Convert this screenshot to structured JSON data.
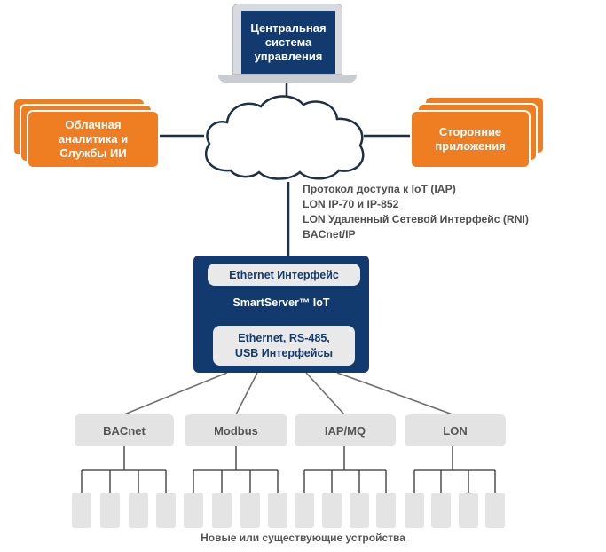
{
  "central_system": {
    "label": "Центральная система управления"
  },
  "cloud_analytics": {
    "label": "Облачная аналитика и Службы ИИ"
  },
  "third_party_apps": {
    "label": "Сторонние приложения"
  },
  "protocols": [
    "Протокол доступа к IoT (IAP)",
    "LON IP-70 и IP-852",
    "LON Удаленный Сетевой Интерфейс (RNI)",
    "BACnet/IP"
  ],
  "smartserver": {
    "ethernet_interface": "Ethernet Интерфейс",
    "title": "SmartServer™ IoT",
    "ports_line1": "Ethernet, RS-485,",
    "ports_line2": "USB Интерфейсы"
  },
  "buses": [
    "BACnet",
    "Modbus",
    "IAP/MQ",
    "LON"
  ],
  "footer": "Новые или существующие устройства",
  "colors": {
    "navy": "#123a6e",
    "orange": "#ef7d22",
    "gray_box": "#e3e3e3"
  }
}
